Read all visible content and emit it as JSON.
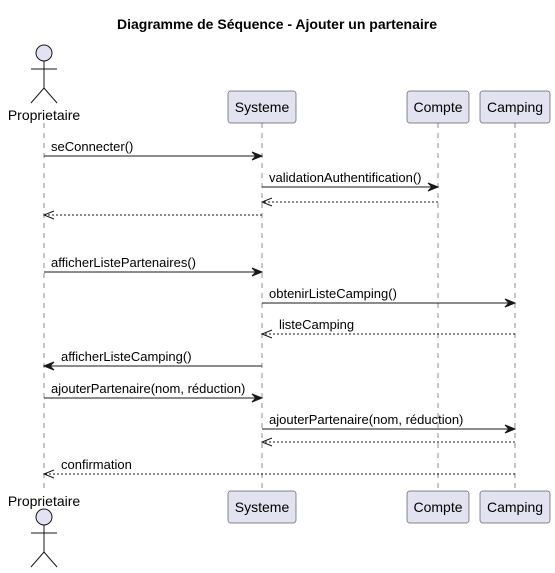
{
  "title": "Diagramme de Séquence - Ajouter un partenaire",
  "participants": [
    {
      "id": "proprietaire",
      "label": "Proprietaire",
      "kind": "actor"
    },
    {
      "id": "systeme",
      "label": "Systeme",
      "kind": "box"
    },
    {
      "id": "compte",
      "label": "Compte",
      "kind": "box"
    },
    {
      "id": "camping",
      "label": "Camping",
      "kind": "box"
    }
  ],
  "messages": [
    {
      "from": "proprietaire",
      "to": "systeme",
      "label": "seConnecter()",
      "style": "solid"
    },
    {
      "from": "systeme",
      "to": "compte",
      "label": "validationAuthentification()",
      "style": "solid"
    },
    {
      "from": "compte",
      "to": "systeme",
      "label": "",
      "style": "dashed"
    },
    {
      "from": "systeme",
      "to": "proprietaire",
      "label": "",
      "style": "dashed"
    },
    {
      "from": "proprietaire",
      "to": "systeme",
      "label": "afficherListePartenaires()",
      "style": "solid"
    },
    {
      "from": "systeme",
      "to": "camping",
      "label": "obtenirListeCamping()",
      "style": "solid"
    },
    {
      "from": "camping",
      "to": "systeme",
      "label": "listeCamping",
      "style": "dashed"
    },
    {
      "from": "systeme",
      "to": "proprietaire",
      "label": "afficherListeCamping()",
      "style": "solid"
    },
    {
      "from": "proprietaire",
      "to": "systeme",
      "label": "ajouterPartenaire(nom, réduction)",
      "style": "solid"
    },
    {
      "from": "systeme",
      "to": "camping",
      "label": "ajouterPartenaire(nom, réduction)",
      "style": "solid"
    },
    {
      "from": "camping",
      "to": "systeme",
      "label": "",
      "style": "dashed"
    },
    {
      "from": "camping",
      "to": "proprietaire",
      "label": "confirmation",
      "style": "dashed"
    }
  ],
  "colors": {
    "participant_fill": "#e2e2f0",
    "participant_border": "#181818",
    "line": "#181818",
    "lifeline": "#181818"
  }
}
